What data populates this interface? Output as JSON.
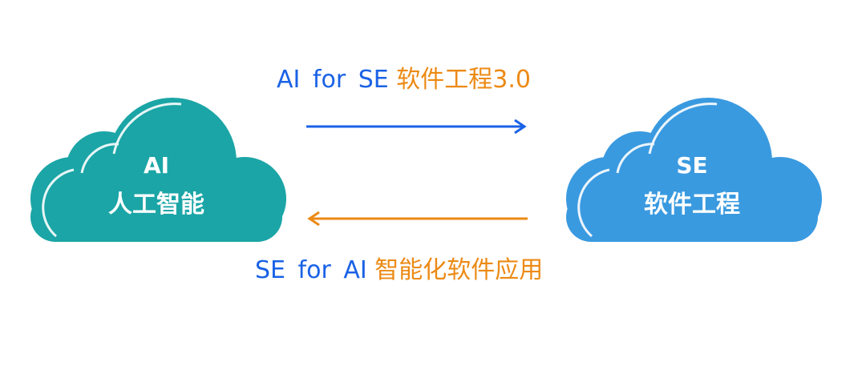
{
  "colors": {
    "ai_cloud": "#1ba5a6",
    "se_cloud": "#3a9ae0",
    "arrow_right": "#1a62e6",
    "arrow_left": "#ec8a14",
    "blue_text": "#1a62e6",
    "orange_text": "#ec8a14"
  },
  "ai_cloud": {
    "line1": "AI",
    "line2": "人工智能"
  },
  "se_cloud": {
    "line1": "SE",
    "line2": "软件工程"
  },
  "top_caption": {
    "blue": "AI for SE",
    "orange": "软件工程3.0"
  },
  "bottom_caption": {
    "blue": "SE for AI",
    "orange": "智能化软件应用"
  }
}
